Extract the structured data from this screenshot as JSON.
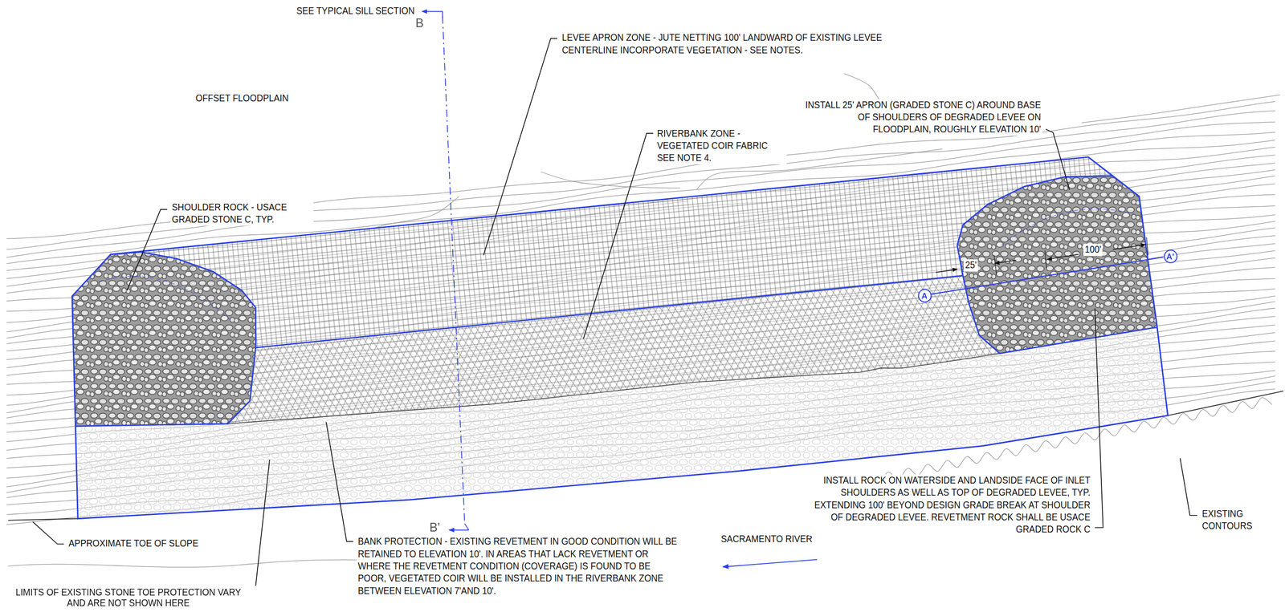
{
  "diagram": {
    "nodes": [
      {
        "text": [
          "A"
        ]
      },
      {
        "text": [
          "A'"
        ]
      }
    ],
    "edges": [
      {
        "from": 0,
        "to": 1,
        "arrow": "none"
      }
    ],
    "labels": [
      "SEE TYPICAL SILL SECTION",
      "B",
      "B'",
      "LEVEE APRON ZONE - JUTE NETTING 100' LANDWARD OF EXISTING LEVEE CENTERLINE INCORPORATE VEGETATION - SEE NOTES.",
      "OFFSET FLOODPLAIN",
      "RIVERBANK ZONE - VEGETATED COIR FABRIC SEE NOTE 4.",
      "INSTALL 25' APRON (GRADED STONE C) AROUND BASE OF SHOULDERS OF DEGRADED LEVEE ON FLOODPLAIN, ROUGHLY ELEVATION 10'",
      "SHOULDER ROCK - USACE GRADED STONE C, TYP.",
      "25'",
      "100'",
      "APPROXIMATE TOE OF SLOPE",
      "BANK PROTECTION - EXISTING REVETMENT IN GOOD CONDITION WILL BE RETAINED TO ELEVATION 10'. IN AREAS THAT LACK REVETMENT OR WHERE THE REVETMENT CONDITION (COVERAGE) IS FOUND TO BE POOR, VEGETATED COIR WILL BE INSTALLED IN THE RIVERBANK ZONE BETWEEN ELEVATION 7'AND 10'.",
      "SACRAMENTO RIVER",
      "INSTALL ROCK ON WATERSIDE AND LANDSIDE FACE OF INLET SHOULDERS AS WELL AS TOP OF DEGRADED LEVEE, TYP. EXTENDING 100' BEYOND DESIGN GRADE BREAK AT SHOULDER OF DEGRADED LEVEE. REVETMENT ROCK SHALL BE USACE GRADED ROCK C",
      "EXISTING CONTOURS",
      "LIMITS OF EXISTING STONE TOE PROTECTION VARY AND ARE NOT SHOWN HERE"
    ]
  }
}
